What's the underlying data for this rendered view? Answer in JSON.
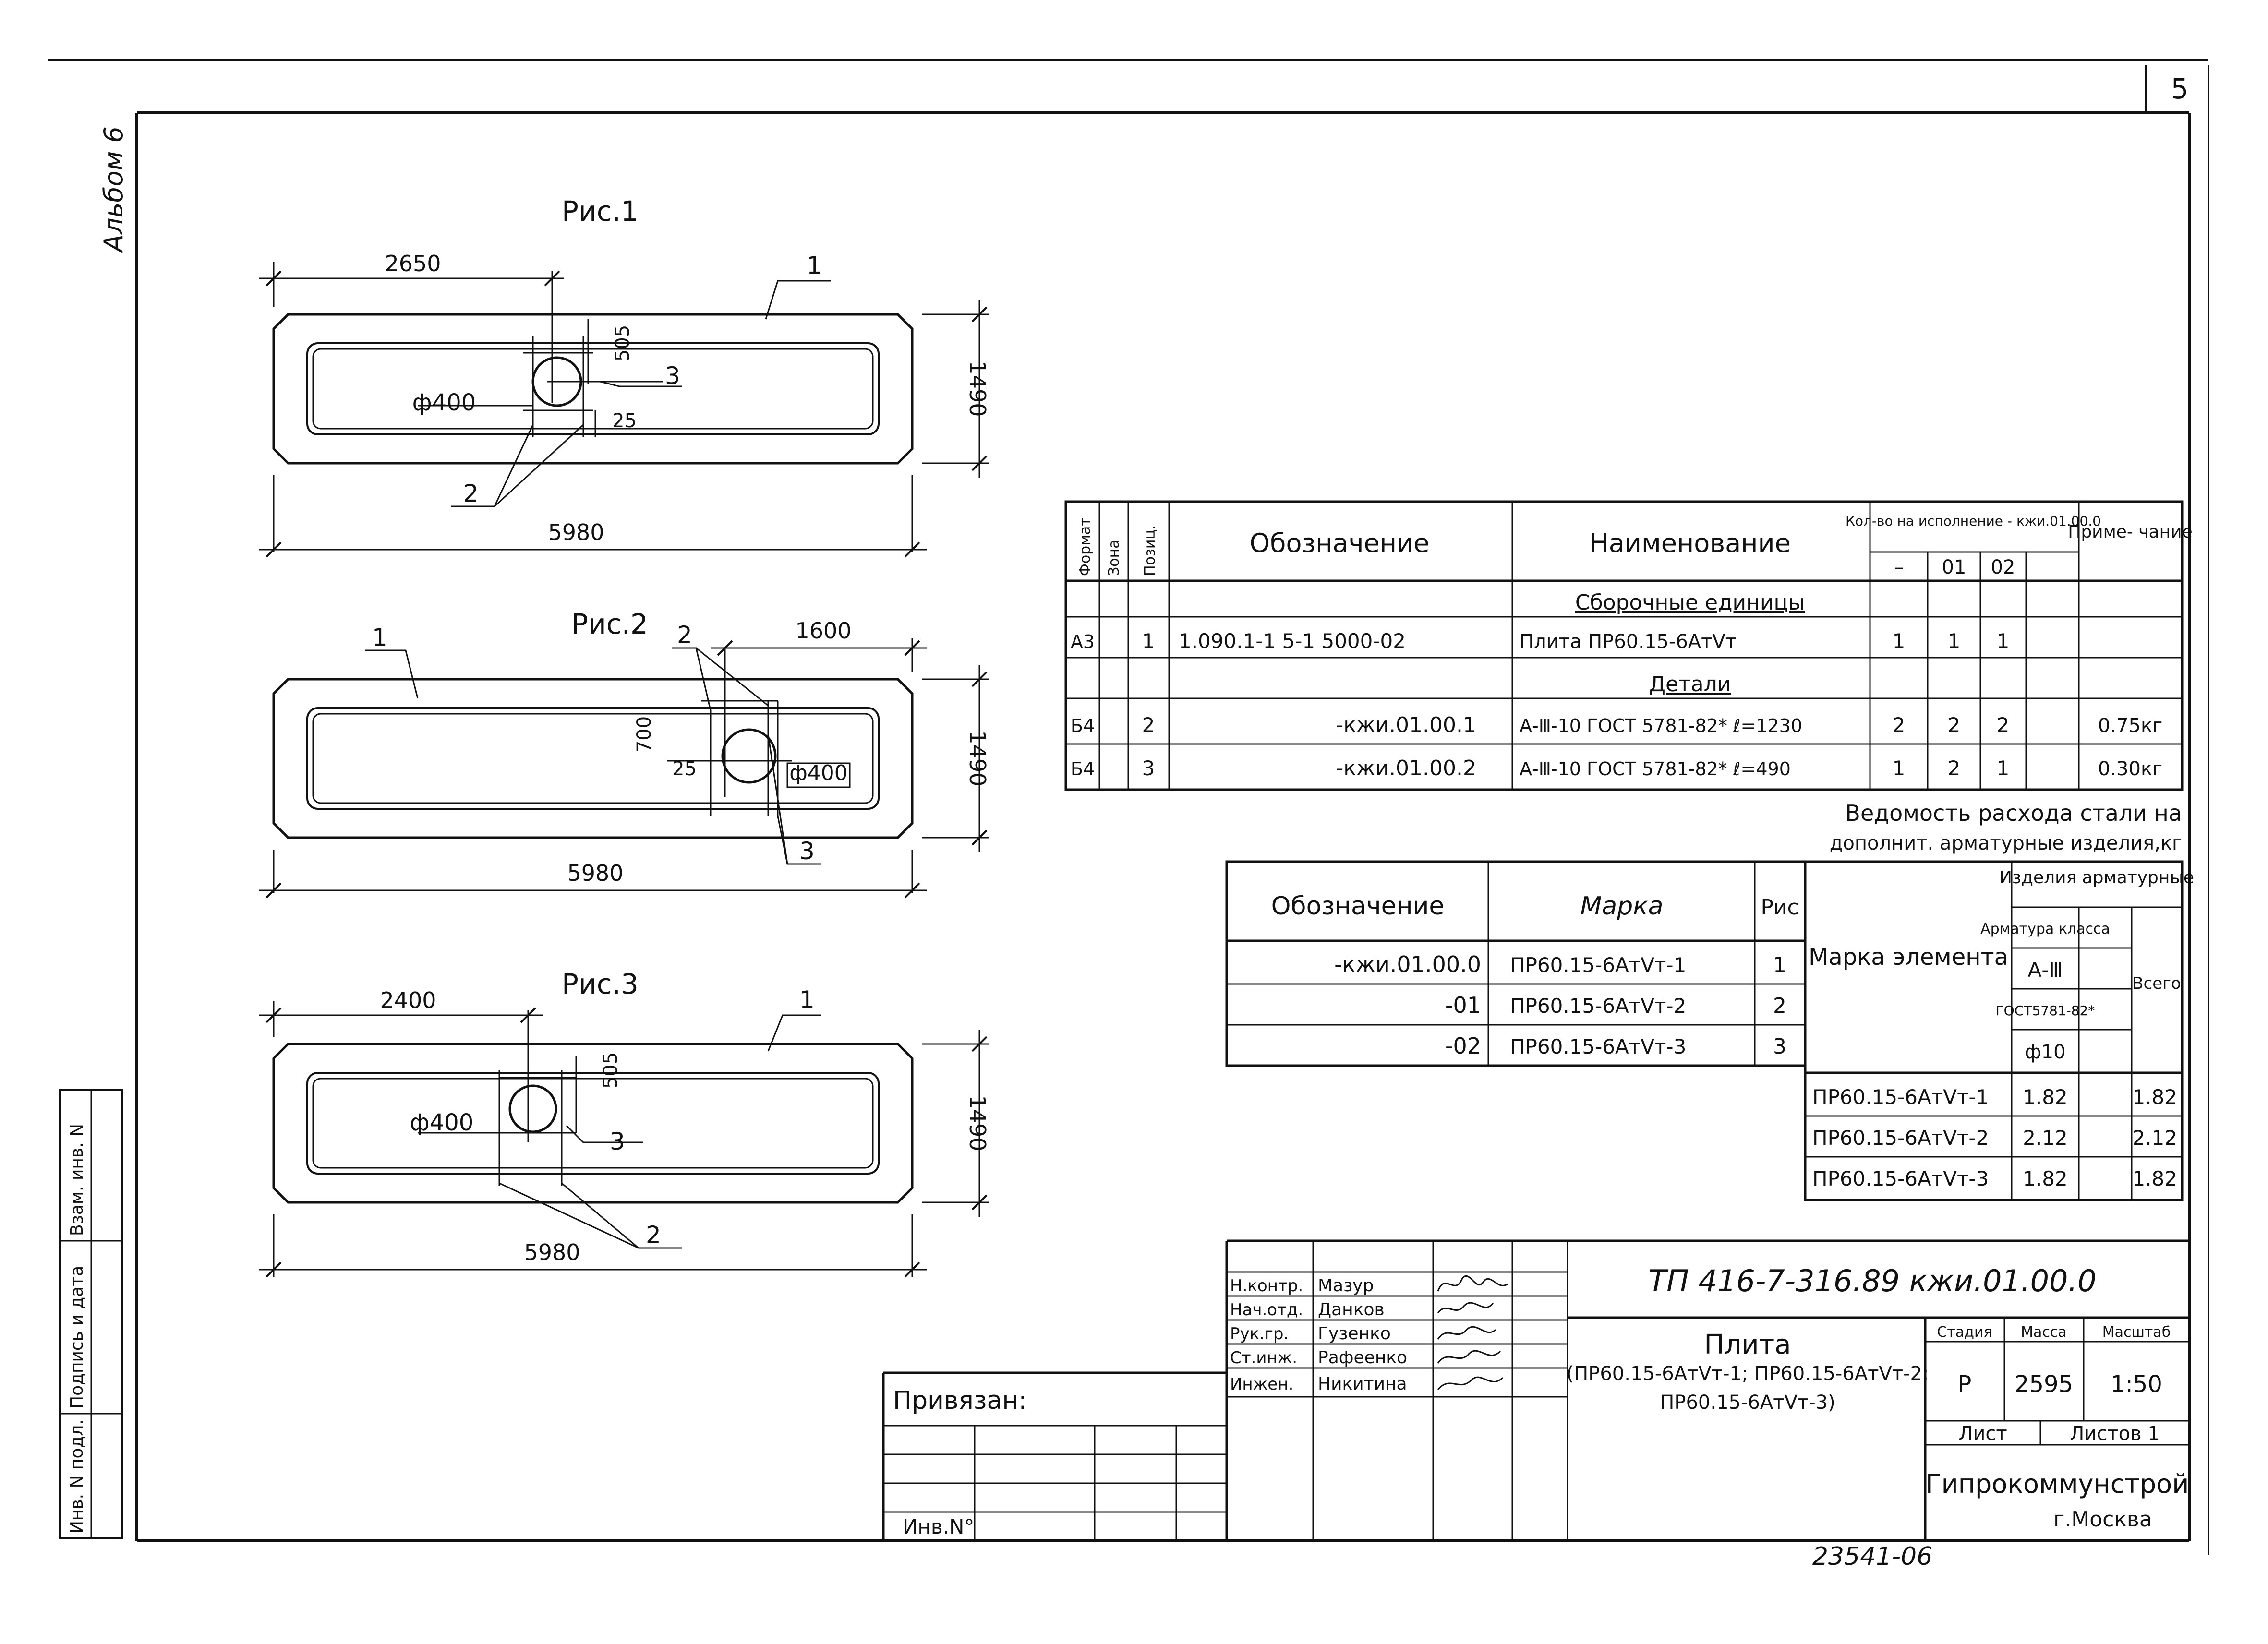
{
  "sheet": {
    "page_number": "5",
    "album_label": "Альбом 6",
    "stamp_number": "23541-06",
    "side_stamp": {
      "inv_orig": "Инв. N подл.",
      "sign_date": "Подпись и дата",
      "replaced_inv": "Взам. инв. N"
    }
  },
  "figures": [
    {
      "caption": "Рис.1",
      "dims": {
        "overall": "5980",
        "offset": "2650",
        "height": "1490",
        "hole_diameter": "ф400",
        "hole_offset": "505",
        "gap": "25"
      },
      "callouts": {
        "slab": "1",
        "rebar": "2",
        "detail": "3"
      }
    },
    {
      "caption": "Рис.2",
      "dims": {
        "overall": "5980",
        "offset": "1600",
        "height": "1490",
        "hole_diameter": "ф400",
        "hole_offset": "700",
        "gap": "25"
      },
      "callouts": {
        "slab": "1",
        "rebar": "2",
        "detail": "3"
      }
    },
    {
      "caption": "Рис.3",
      "dims": {
        "overall": "5980",
        "offset": "2400",
        "height": "1490",
        "hole_diameter": "ф400",
        "hole_offset": "505"
      },
      "callouts": {
        "slab": "1",
        "rebar": "2",
        "detail": "3"
      }
    }
  ],
  "spec_table": {
    "headers": {
      "format": "Формат",
      "zone": "Зона",
      "position": "Позиц.",
      "designation": "Обозначение",
      "name": "Наименование",
      "qty": "Кол-во на исполнение - кжи.01.00.0",
      "note": "Приме- чание",
      "qty_sub": [
        "–",
        "01",
        "02"
      ]
    },
    "section_assembly": "Сборочные единицы",
    "section_details": "Детали",
    "rows": [
      {
        "format": "А3",
        "pos": "1",
        "designation": "1.090.1-1 5-1 5000-02",
        "name": "Плита ПР60.15-6АтⅤт",
        "qty": [
          "1",
          "1",
          "1"
        ],
        "note": ""
      },
      {
        "format": "Б4",
        "pos": "2",
        "designation": "-кжи.01.00.1",
        "name": "А-Ⅲ-10 ГОСТ 5781-82* ℓ=1230",
        "qty": [
          "2",
          "2",
          "2"
        ],
        "note": "0.75кг"
      },
      {
        "format": "Б4",
        "pos": "3",
        "designation": "-кжи.01.00.2",
        "name": "А-Ⅲ-10 ГОСТ 5781-82* ℓ=490",
        "qty": [
          "1",
          "2",
          "1"
        ],
        "note": "0.30кг"
      }
    ]
  },
  "steel_title": {
    "line1": "Ведомость расхода стали на",
    "line2": "дополнит. арматурные изделия,кг"
  },
  "variants_table": {
    "headers": {
      "designation": "Обозначение",
      "mark": "Марка",
      "fig": "Рис"
    },
    "rows": [
      {
        "designation": "-кжи.01.00.0",
        "mark": "ПР60.15-6АтⅤт-1",
        "fig": "1"
      },
      {
        "designation": "-01",
        "mark": "ПР60.15-6АтⅤт-2",
        "fig": "2"
      },
      {
        "designation": "-02",
        "mark": "ПР60.15-6АтⅤт-3",
        "fig": "3"
      }
    ]
  },
  "steel_table": {
    "headers": {
      "element_mark": "Марка элемента",
      "products": "Изделия арматурные",
      "rebar_class": "Арматура класса",
      "class": "А-Ⅲ",
      "gost": "ГОСТ5781-82*",
      "diameter": "ф10",
      "total": "Всего"
    },
    "rows": [
      {
        "mark": "ПР60.15-6АтⅤт-1",
        "value": "1.82",
        "total": "1.82"
      },
      {
        "mark": "ПР60.15-6АтⅤт-2",
        "value": "2.12",
        "total": "2.12"
      },
      {
        "mark": "ПР60.15-6АтⅤт-3",
        "value": "1.82",
        "total": "1.82"
      }
    ]
  },
  "title_block": {
    "doc_code": "ТП 416-7-316.89 кжи.01.00.0",
    "staff": [
      {
        "role": "Н.контр.",
        "name": "Мазур"
      },
      {
        "role": "Нач.отд.",
        "name": "Данков"
      },
      {
        "role": "Рук.гр.",
        "name": "Гузенко"
      },
      {
        "role": "Ст.инж.",
        "name": "Рафеенко"
      },
      {
        "role": "Инжен.",
        "name": "Никитина"
      }
    ],
    "product_title": "Плита",
    "product_sub1": "(ПР60.15-6АтⅤт-1; ПР60.15-6АтⅤт-2;",
    "product_sub2": "ПР60.15-6АтⅤт-3)",
    "stage_label": "Стадия",
    "mass_label": "Масса",
    "scale_label": "Масштаб",
    "stage": "Р",
    "mass": "2595",
    "scale": "1:50",
    "sheet_label": "Лист",
    "sheets_label": "Листов 1",
    "org": "Гипрокоммунстрой",
    "city": "г.Москва",
    "bound_label": "Привязан:",
    "inv_label": "Инв.N°"
  }
}
